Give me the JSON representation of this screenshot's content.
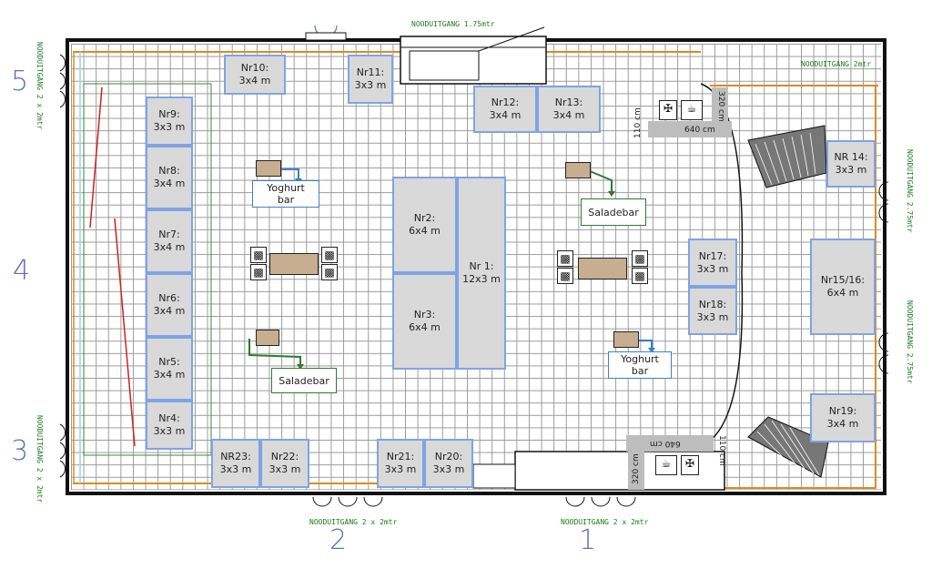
{
  "booths": [
    {
      "id": "nr10",
      "name": "Nr10:",
      "size": "3x4 m"
    },
    {
      "id": "nr11",
      "name": "Nr11:",
      "size": "3x3 m"
    },
    {
      "id": "nr12",
      "name": "Nr12:",
      "size": "3x4 m"
    },
    {
      "id": "nr13",
      "name": "Nr13:",
      "size": "3x4 m"
    },
    {
      "id": "nr9",
      "name": "Nr9:",
      "size": "3x3 m"
    },
    {
      "id": "nr8",
      "name": "Nr8:",
      "size": "3x4 m"
    },
    {
      "id": "nr7",
      "name": "Nr7:",
      "size": "3x4 m"
    },
    {
      "id": "nr6",
      "name": "Nr6:",
      "size": "3x4 m"
    },
    {
      "id": "nr5",
      "name": "Nr5:",
      "size": "3x4 m"
    },
    {
      "id": "nr4",
      "name": "Nr4:",
      "size": "3x3 m"
    },
    {
      "id": "nr2",
      "name": "Nr2:",
      "size": "6x4 m"
    },
    {
      "id": "nr3",
      "name": "Nr3:",
      "size": "6x4 m"
    },
    {
      "id": "nr1",
      "name": "Nr 1:",
      "size": "12x3 m"
    },
    {
      "id": "nr14",
      "name": "NR 14:",
      "size": "3x3 m"
    },
    {
      "id": "nr17",
      "name": "Nr17:",
      "size": "3x3 m"
    },
    {
      "id": "nr18",
      "name": "Nr18:",
      "size": "3x3 m"
    },
    {
      "id": "nr15",
      "name": "Nr15/16:",
      "size": "6x4 m"
    },
    {
      "id": "nr19",
      "name": "Nr19:",
      "size": "3x4 m"
    },
    {
      "id": "nr23",
      "name": "NR23:",
      "size": "3x3 m"
    },
    {
      "id": "nr22",
      "name": "Nr22:",
      "size": "3x3 m"
    },
    {
      "id": "nr21",
      "name": "Nr21:",
      "size": "3x3 m"
    },
    {
      "id": "nr20",
      "name": "Nr20:",
      "size": "3x3 m"
    }
  ],
  "labels": {
    "yoghurt_left": "Yoghurt bar",
    "yoghurt_right": "Yoghurt bar",
    "saladebar_left": "Saladebar",
    "saladebar_right": "Saladebar"
  },
  "exits": {
    "top": "NOODUITGANG 1.75mtr",
    "top_right": "NOODUITGANG 2mtr",
    "left_top": "NOODUITGANG 2 x 2mtr",
    "left_bottom": "NOODUITGANG 2 x 2mtr",
    "right_top": "NOODUITGANG 2.75mtr",
    "right_bottom": "NOODUITGANG 2.75mtr",
    "bottom_left": "NOODUITGANG 2 x 2mtr",
    "bottom_right": "NOODUITGANG 2 x 2mtr"
  },
  "entrance_numbers": {
    "n1": "1",
    "n2": "2",
    "n3": "3",
    "n4": "4",
    "n5": "5"
  },
  "dimensions": {
    "top_320": "320 cm",
    "top_110": "110 cm",
    "top_640": "640 cm",
    "bottom_640": "640 cm",
    "bottom_110": "110 cm",
    "bottom_320": "320 cm"
  },
  "colors": {
    "booth_fill": "#d9d9d9",
    "booth_border": "#7fa3e6",
    "exit_green": "#1f7a1f",
    "orange": "#e08a1e",
    "yoghurt_arrow": "#3d7fc8",
    "salad_arrow": "#2f7a2f"
  }
}
